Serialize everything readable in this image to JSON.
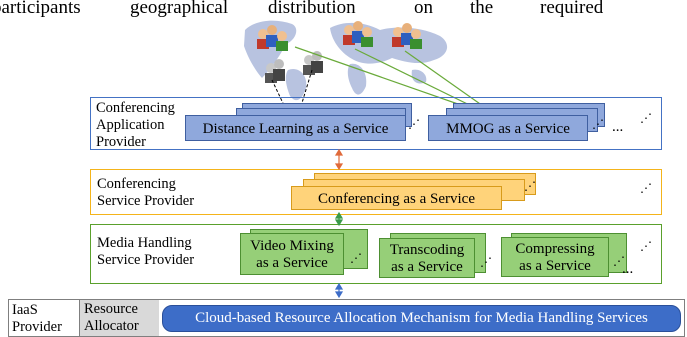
{
  "top_text": [
    "participants",
    "geographical",
    "distribution",
    "on",
    "the",
    "required"
  ],
  "layers": {
    "application": {
      "label": [
        "Conferencing",
        "Application",
        "Provider"
      ],
      "services": [
        "Distance Learning as a Service",
        "MMOG as a Service"
      ],
      "ellipsis": "..."
    },
    "conferencing": {
      "label": [
        "Conferencing",
        "Service Provider"
      ],
      "services": [
        "Conferencing as a Service"
      ]
    },
    "media": {
      "label": [
        "Media Handling",
        "Service Provider"
      ],
      "services": [
        [
          "Video Mixing",
          "as a Service"
        ],
        [
          "Transcoding",
          "as a Service"
        ],
        [
          "Compressing",
          "as a Service"
        ]
      ],
      "ellipsis": "..."
    }
  },
  "iaas": {
    "provider_label": [
      "IaaS",
      "Provider"
    ],
    "allocator_label": [
      "Resource",
      "Allocator"
    ],
    "mechanism": "Cloud-based Resource Allocation Mechanism for Media Handling Services"
  },
  "more_glyph": "⋰",
  "colors": {
    "application": "#4472c4",
    "conferencing": "#f4b41a",
    "media": "#5aa02c",
    "iaas_border": "#7f7f7f",
    "mechanism_bar": "#3d6dc8"
  }
}
